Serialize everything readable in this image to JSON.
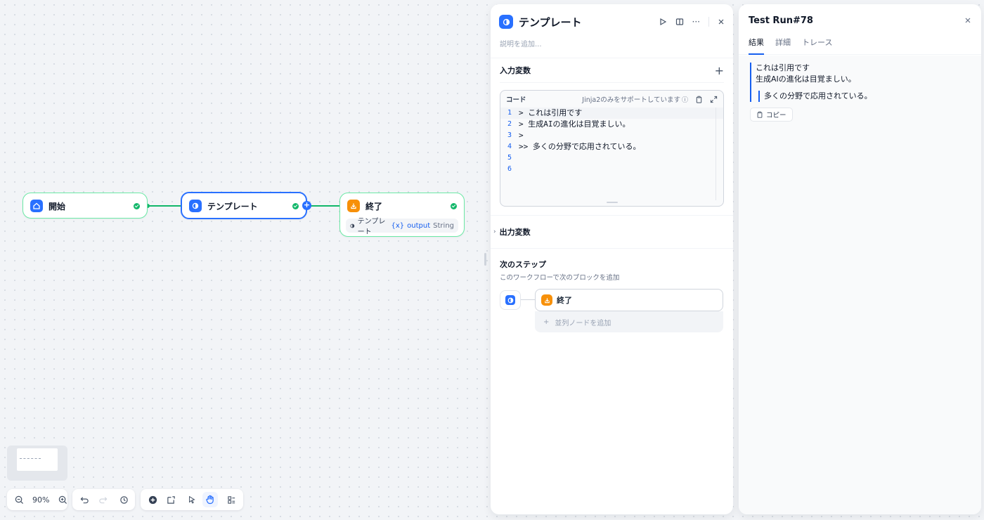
{
  "canvas": {
    "start_node": {
      "title": "開始"
    },
    "template_node": {
      "title": "テンプレート"
    },
    "end_node": {
      "title": "終了",
      "var_node": "テンプレート",
      "var_prefix": "{x}",
      "var_name": "output",
      "var_type": "String"
    },
    "toolbar": {
      "zoom": "90%"
    }
  },
  "config_panel": {
    "title": "テンプレート",
    "description_placeholder": "説明を追加...",
    "input_vars_label": "入力変数",
    "code": {
      "label": "コード",
      "hint": "Jinja2のみをサポートしています",
      "lines": [
        {
          "no": "1",
          "text": "> これは引用です"
        },
        {
          "no": "2",
          "text": "> 生成AIの進化は目覚ましい。"
        },
        {
          "no": "3",
          "text": ">"
        },
        {
          "no": "4",
          "text": ">> 多くの分野で応用されている。"
        },
        {
          "no": "5",
          "text": ""
        },
        {
          "no": "6",
          "text": ""
        }
      ]
    },
    "output_vars_label": "出力変数",
    "next_step": {
      "title": "次のステップ",
      "description": "このワークフローで次のブロックを追加",
      "node_label": "終了",
      "add_parallel": "並列ノードを追加"
    }
  },
  "run_panel": {
    "title": "Test Run#78",
    "tabs": [
      "結果",
      "詳細",
      "トレース"
    ],
    "active_tab": "結果",
    "result": {
      "line1": "これは引用です",
      "line2": "生成AIの進化は目覚ましい。",
      "nested": "多くの分野で応用されている。",
      "copy_label": "コピー"
    }
  },
  "colors": {
    "accent": "#2970ff",
    "success": "#12b76a",
    "end_icon": "#f79009"
  }
}
